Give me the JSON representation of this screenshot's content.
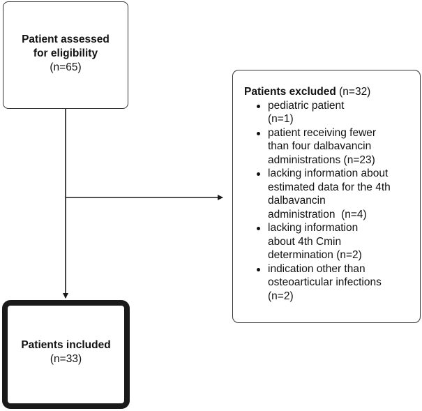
{
  "assessed": {
    "title": "Patient assessed for eligibility",
    "count": "(n=65)"
  },
  "excluded": {
    "title": "Patients excluded",
    "count": "(n=32)",
    "items": [
      "pediatric patient (n=1)",
      "patient receiving fewer than four dalbavancin administrations (n=23)",
      "lacking information about estimated data for the 4th dalbavancin administration  (n=4)",
      "lacking information about 4th Cmin determination (n=2)",
      "indication other than osteoarticular infections (n=2)"
    ]
  },
  "included": {
    "title": "Patients included",
    "count": "(n=33)"
  },
  "colors": {
    "line": "#1a1a1a",
    "border": "#333333"
  }
}
